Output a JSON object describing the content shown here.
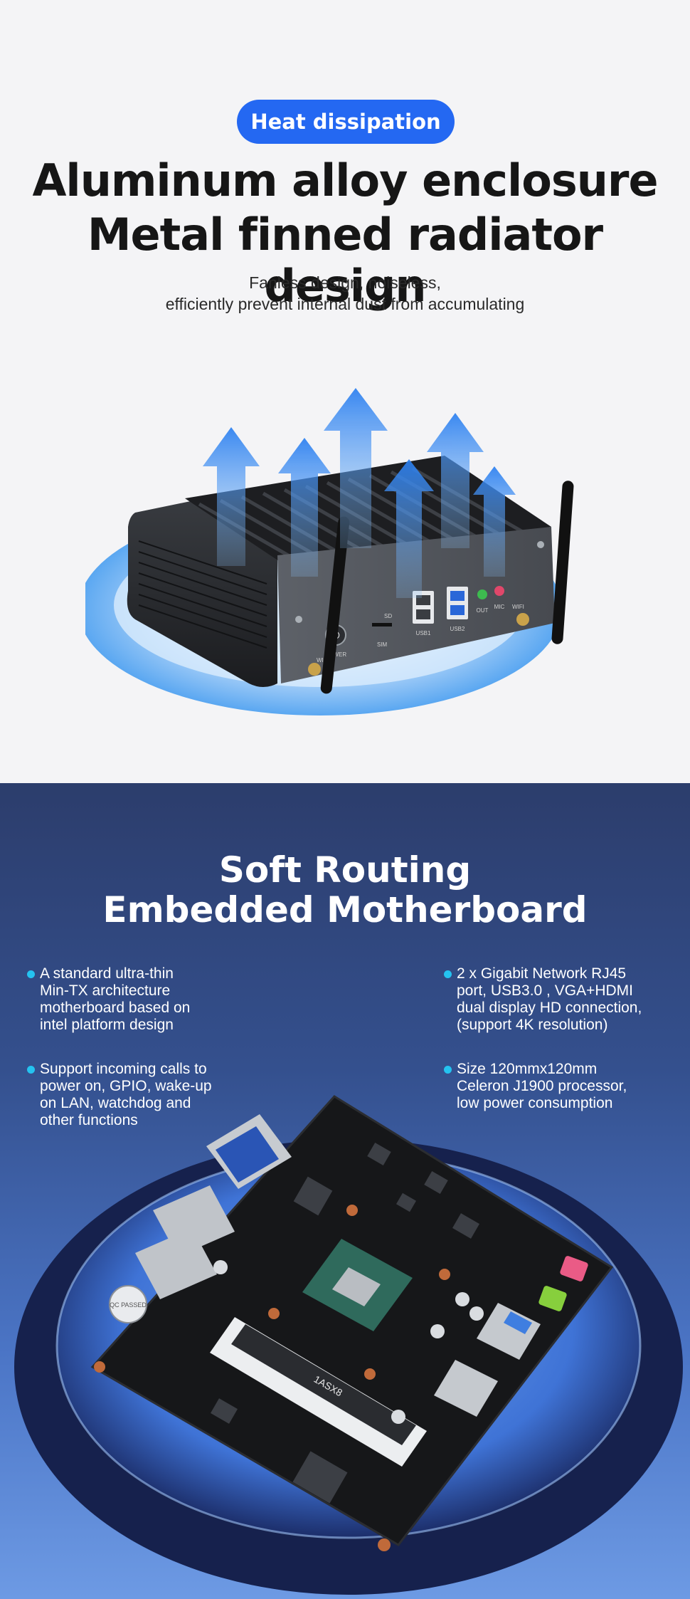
{
  "heat": {
    "badge": "Heat dissipation",
    "title_line1": "Aluminum alloy enclosure",
    "title_line2": "Metal finned radiator design",
    "subtitle_line1": "Fanless design, noiseless,",
    "subtitle_line2": "efficiently prevent internal dust from accumulating",
    "device_labels": {
      "power": "POWER",
      "sim": "SIM",
      "sd": "SD",
      "usb1": "USB1",
      "usb2": "USB2",
      "out": "OUT",
      "mic": "MIC",
      "wifi_left": "WIFI",
      "wifi_right": "WIFI"
    }
  },
  "board": {
    "title_line1": "Soft Routing",
    "title_line2": "Embedded Motherboard",
    "features": [
      {
        "lines": [
          "A standard ultra-thin",
          "Min-TX architecture",
          "motherboard based on",
          "intel platform design"
        ]
      },
      {
        "lines": [
          "Support incoming calls to",
          "power on, GPIO, wake-up",
          "on LAN, watchdog and",
          "other functions"
        ]
      },
      {
        "lines": [
          "2 x Gigabit Network RJ45",
          "port, USB3.0 , VGA+HDMI",
          "dual display HD connection,",
          "(support 4K resolution)"
        ]
      },
      {
        "lines": [
          "Size 120mmx120mm",
          "Celeron J1900 processor,",
          "low power consumption"
        ]
      }
    ],
    "chip_text": "1ASX8",
    "qc_badge": "QC PASSED"
  },
  "colors": {
    "accent": "#2468f2",
    "bullet": "#24c3f0",
    "dark_bg": "#2c3d6c"
  }
}
